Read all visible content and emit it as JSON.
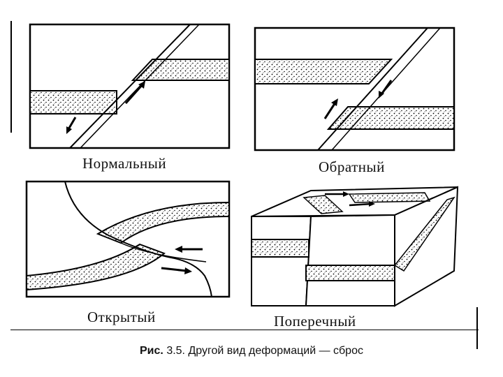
{
  "figure": {
    "panels": [
      {
        "id": "normal",
        "label": "Нормальный"
      },
      {
        "id": "reverse",
        "label": "Обратный"
      },
      {
        "id": "open",
        "label": "Открытый"
      },
      {
        "id": "transverse",
        "label": "Поперечный"
      }
    ],
    "caption": {
      "prefix": "Рис.",
      "number": "3.5.",
      "text": "Другой вид деформаций — сброс"
    }
  }
}
